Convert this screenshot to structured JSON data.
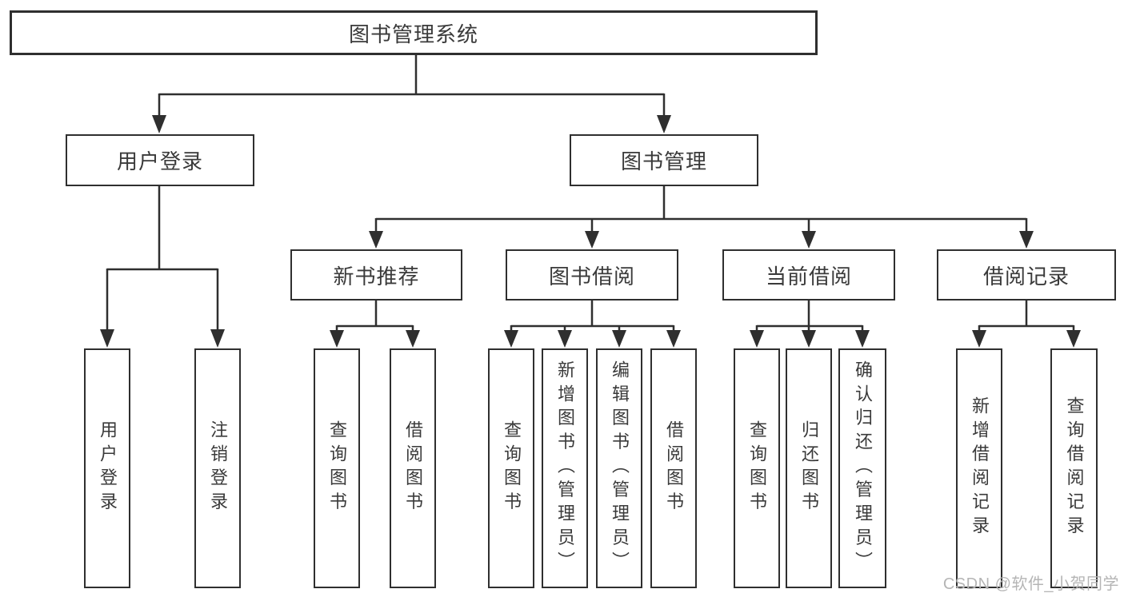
{
  "diagram": {
    "root": {
      "label": "图书管理系统"
    },
    "l2": [
      {
        "label": "用户登录"
      },
      {
        "label": "图书管理"
      }
    ],
    "l3": [
      {
        "label": "新书推荐",
        "parent": "图书管理"
      },
      {
        "label": "图书借阅",
        "parent": "图书管理"
      },
      {
        "label": "当前借阅",
        "parent": "图书管理"
      },
      {
        "label": "借阅记录",
        "parent": "图书管理"
      }
    ],
    "l4": [
      {
        "label": "用户登录",
        "parent": "用户登录"
      },
      {
        "label": "注销登录",
        "parent": "用户登录"
      },
      {
        "label": "查询图书",
        "parent": "新书推荐"
      },
      {
        "label": "借阅图书",
        "parent": "新书推荐"
      },
      {
        "label": "查询图书",
        "parent": "图书借阅"
      },
      {
        "label": "新增图书（管理员）",
        "parent": "图书借阅"
      },
      {
        "label": "编辑图书（管理员）",
        "parent": "图书借阅"
      },
      {
        "label": "借阅图书",
        "parent": "图书借阅"
      },
      {
        "label": "查询图书",
        "parent": "当前借阅"
      },
      {
        "label": "归还图书",
        "parent": "当前借阅"
      },
      {
        "label": "确认归还（管理员）",
        "parent": "当前借阅"
      },
      {
        "label": "新增借阅记录",
        "parent": "借阅记录"
      },
      {
        "label": "查询借阅记录",
        "parent": "借阅记录"
      }
    ]
  },
  "watermark": {
    "text": "CSDN @软件_小贺同学"
  },
  "colors": {
    "line": "#2f2f2f",
    "text": "#3a3a3a",
    "watermark": "#b5b5b5",
    "background": "#ffffff"
  }
}
